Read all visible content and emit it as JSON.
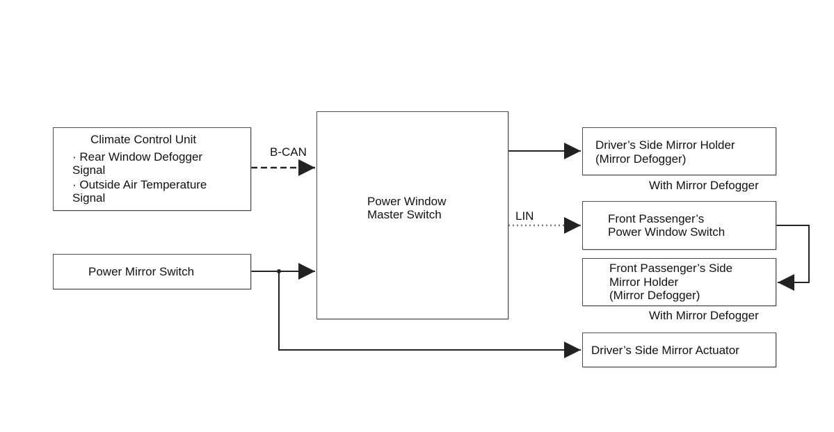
{
  "blocks": {
    "climate_control_unit": {
      "title": "Climate Control Unit",
      "line1": "· Rear Window Defogger",
      "line2": "Signal",
      "line3": "· Outside Air Temperature",
      "line4": "Signal"
    },
    "power_mirror_switch": "Power Mirror Switch",
    "power_window_master_switch": {
      "line1": "Power Window",
      "line2": "Master Switch"
    },
    "drivers_side_mirror_holder": {
      "line1": "Driver’s Side Mirror Holder",
      "line2": "(Mirror Defogger)"
    },
    "front_passenger_power_window_switch": {
      "line1": "Front Passenger’s",
      "line2": "Power Window Switch"
    },
    "front_passenger_side_mirror_holder": {
      "line1": "Front Passenger’s Side",
      "line2": "Mirror Holder",
      "line3": "(Mirror Defogger)"
    },
    "drivers_side_mirror_actuator": "Driver’s Side Mirror Actuator"
  },
  "notes": {
    "with_mirror_defogger_1": "With Mirror Defogger",
    "with_mirror_defogger_2": "With Mirror Defogger"
  },
  "bus_labels": {
    "bcan": "B-CAN",
    "lin": "LIN"
  },
  "colors": {
    "line": "#222222",
    "border": "#4a4a4a",
    "lin_dash": "#777777"
  }
}
